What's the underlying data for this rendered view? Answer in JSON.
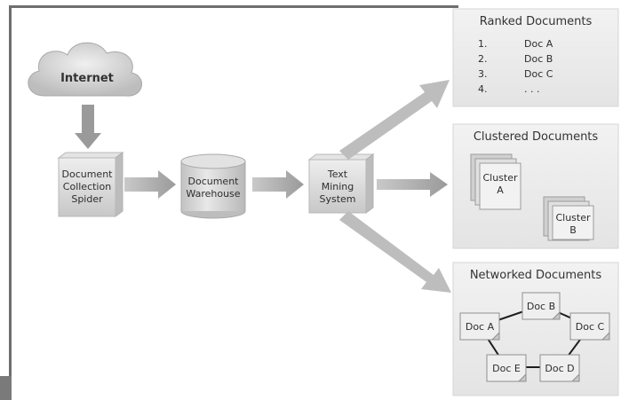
{
  "internet": {
    "label": "Internet"
  },
  "spider": {
    "lines": [
      "Document",
      "Collection",
      "Spider"
    ]
  },
  "warehouse": {
    "lines": [
      "Document",
      "Warehouse"
    ]
  },
  "text_mining": {
    "lines": [
      "Text",
      "Mining",
      "System"
    ]
  },
  "ranked": {
    "title": "Ranked Documents",
    "items": [
      {
        "num": "1.",
        "doc": "Doc A"
      },
      {
        "num": "2.",
        "doc": "Doc B"
      },
      {
        "num": "3.",
        "doc": "Doc C"
      },
      {
        "num": "4.",
        "doc": ". . ."
      }
    ]
  },
  "clustered": {
    "title": "Clustered Documents",
    "cluster_a": [
      "Cluster",
      "A"
    ],
    "cluster_b": [
      "Cluster",
      "B"
    ]
  },
  "networked": {
    "title": "Networked Documents",
    "docs": {
      "a": "Doc A",
      "b": "Doc B",
      "c": "Doc C",
      "d": "Doc D",
      "e": "Doc E"
    }
  },
  "colors": {
    "frame": "#6e6e6e",
    "panel": "#ececec",
    "arrow": "#9a9a9a",
    "box": "#d9d9d9"
  }
}
